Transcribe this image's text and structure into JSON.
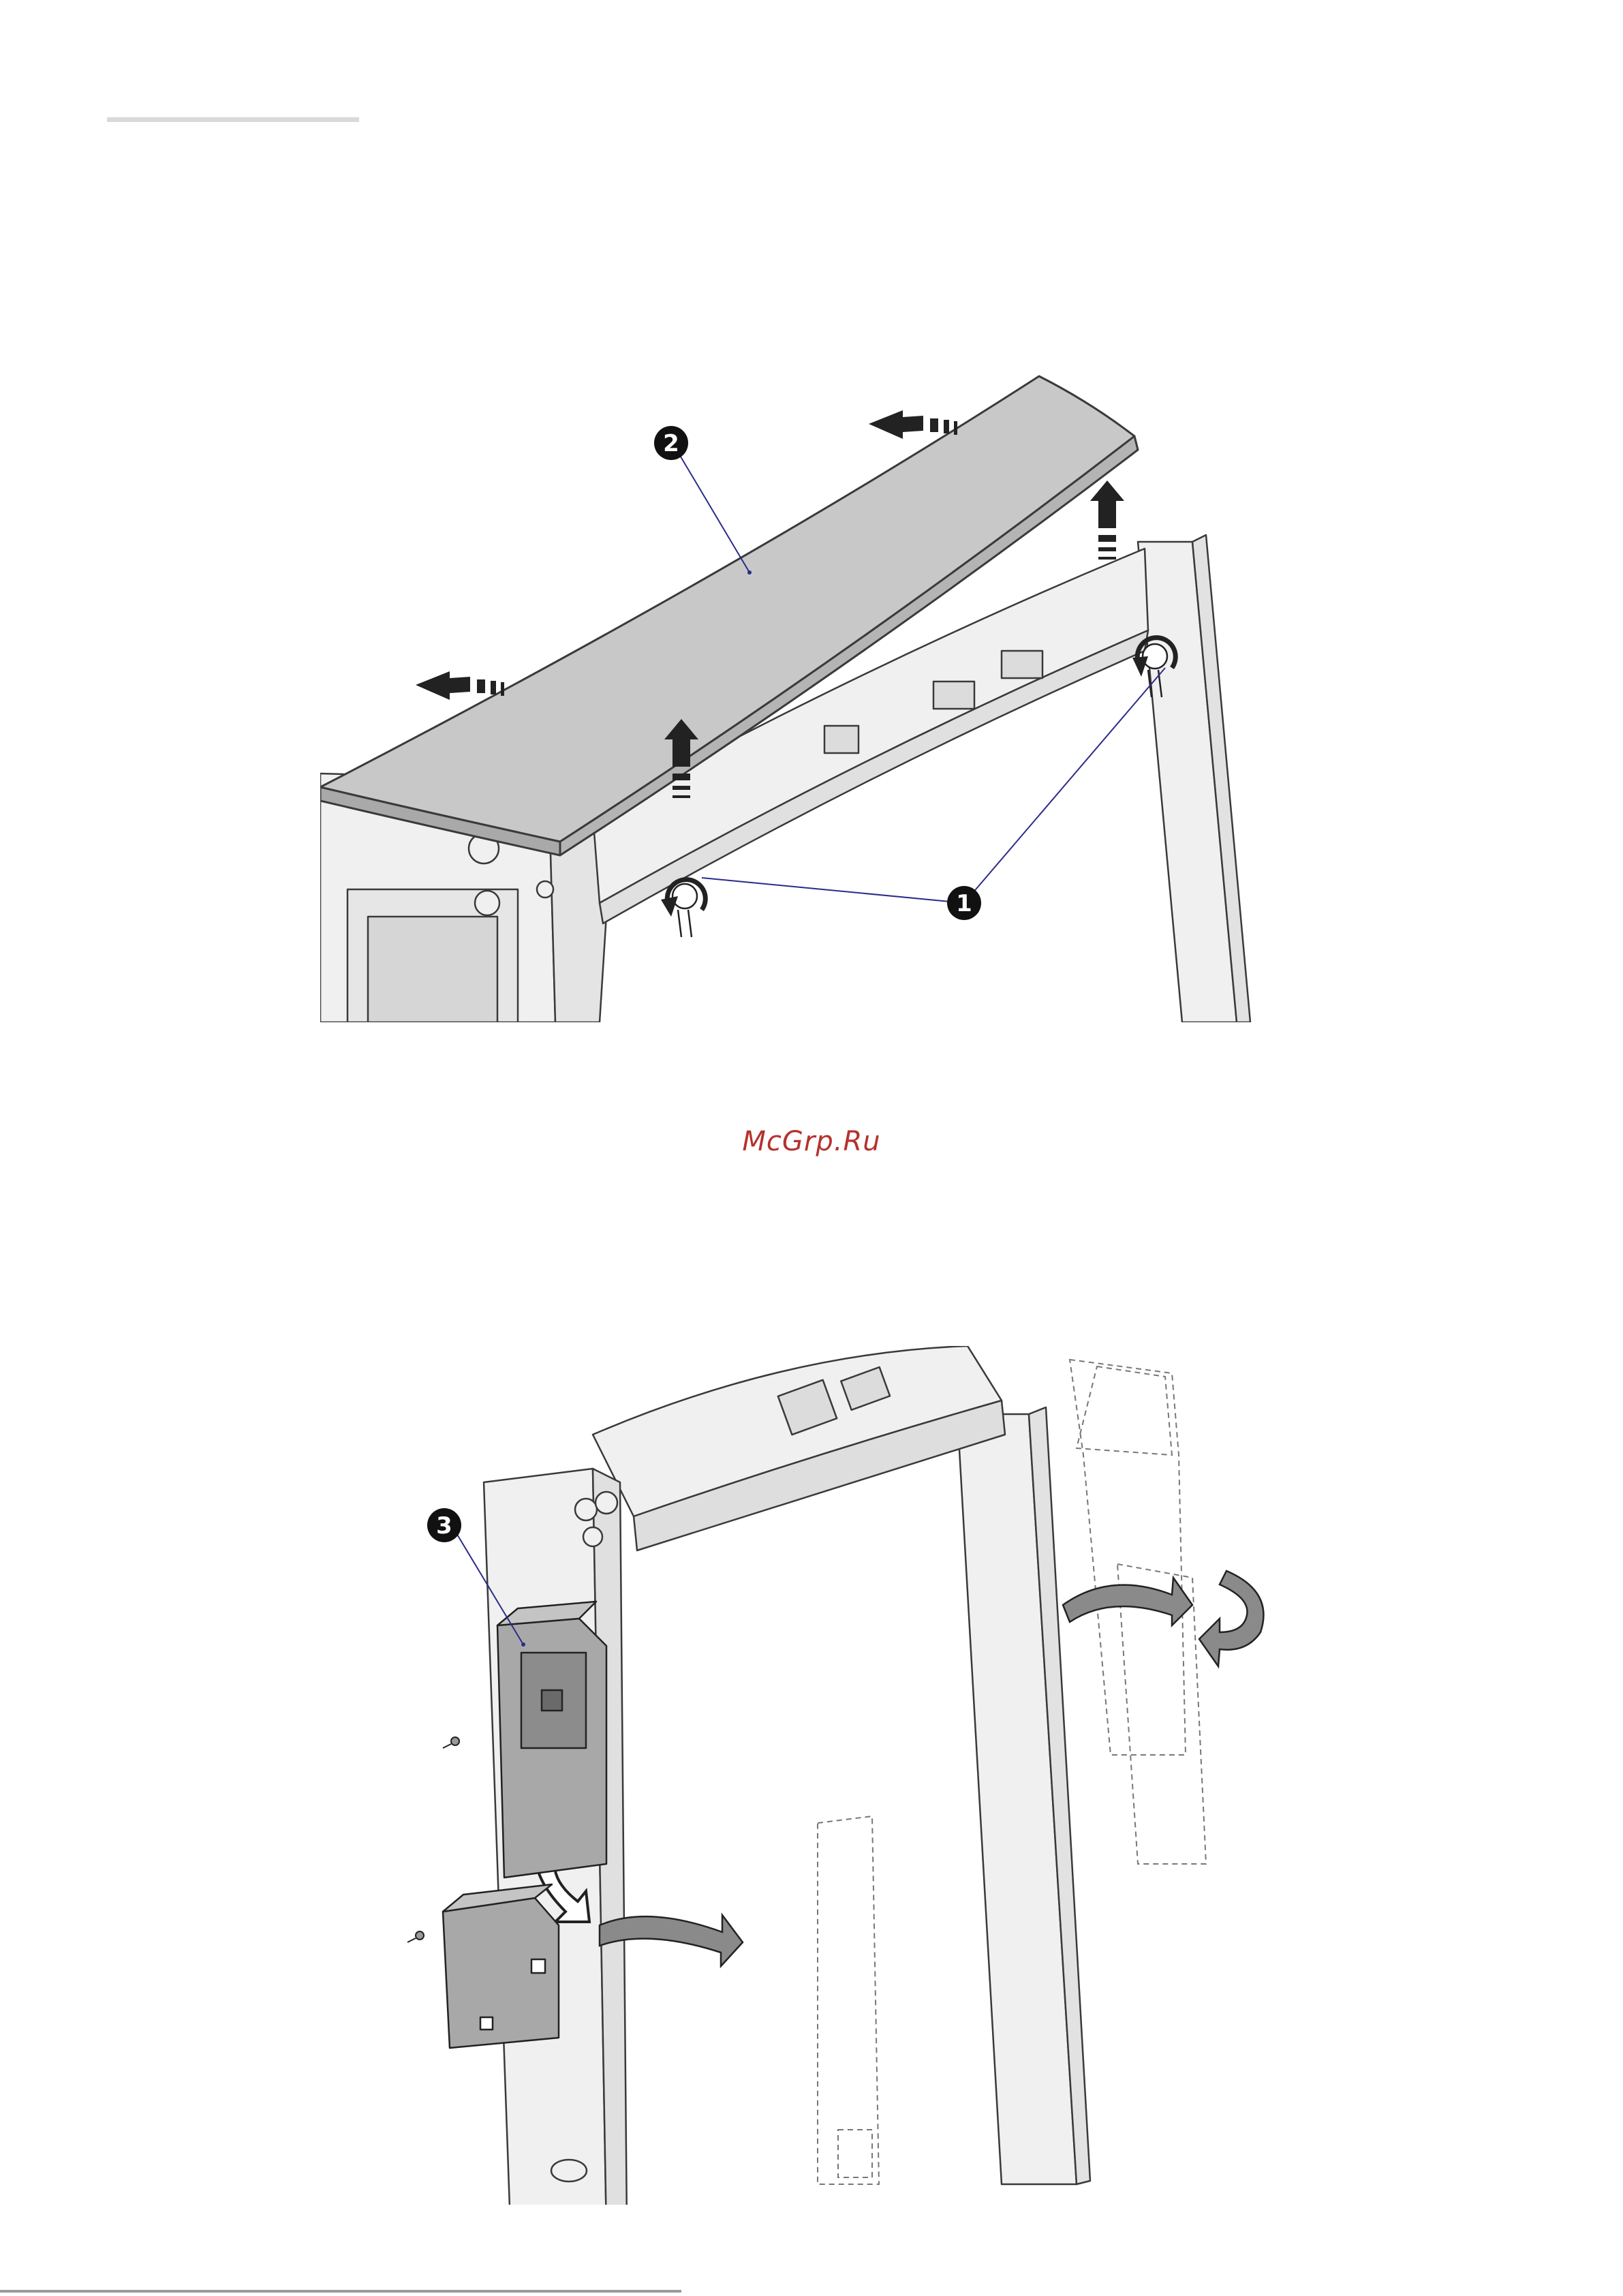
{
  "watermark": "McGrp.Ru",
  "callouts": {
    "one": "1",
    "two": "2",
    "three": "3"
  },
  "colors": {
    "outline": "#3a3a3a",
    "cover_fill": "#c8c8c8",
    "frame_fill": "#f0f0f0",
    "leader_line": "#2b2b8a",
    "watermark": "#b5322e",
    "arrow_dark": "#222222",
    "arrow_grey": "#8a8a8a",
    "unit_fill": "#a8a8a8"
  }
}
